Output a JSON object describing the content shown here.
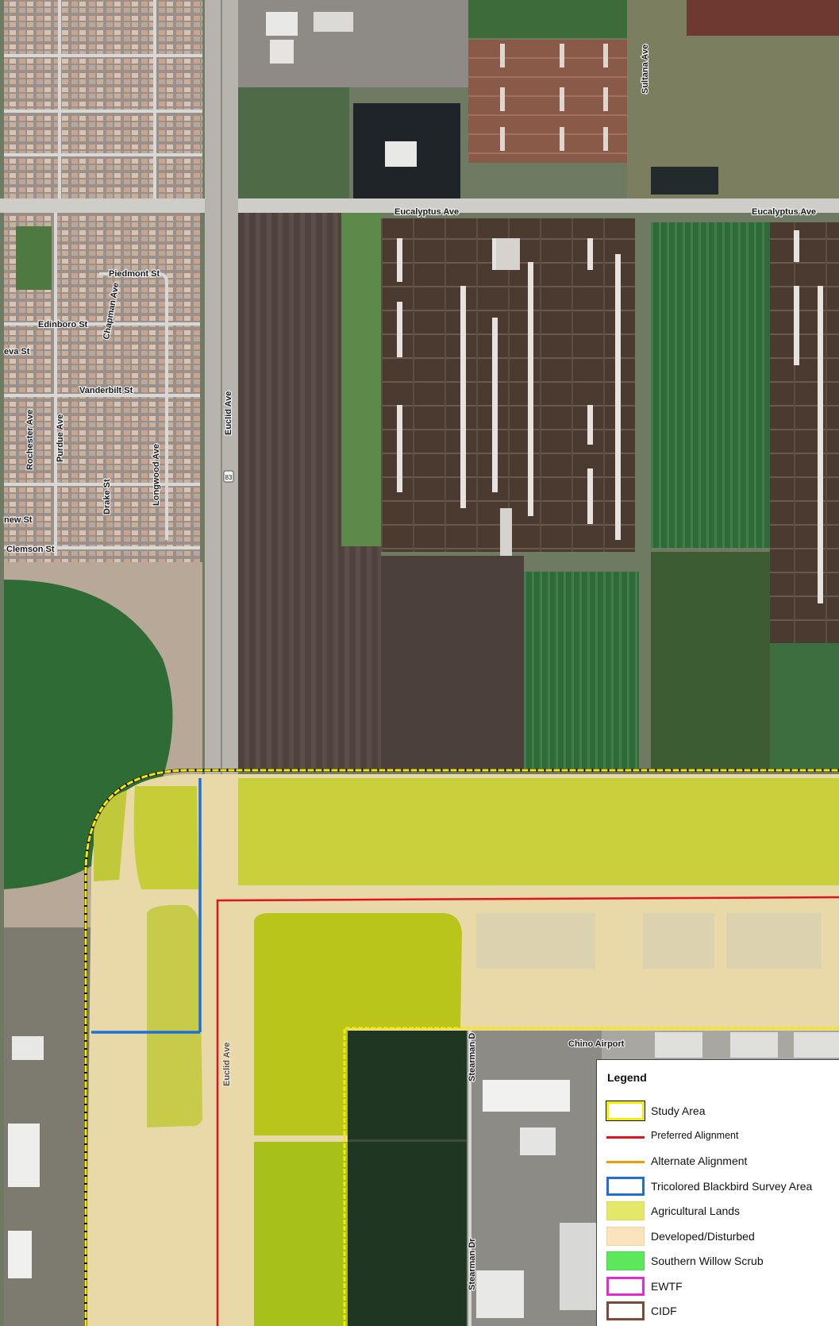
{
  "streets": {
    "eucalyptus_ave_1": "Eucalyptus Ave",
    "eucalyptus_ave_2": "Eucalyptus Ave",
    "euclid_ave_north": "Euclid Ave",
    "euclid_ave_south": "Euclid Ave",
    "sultana_ave": "Sultana Ave",
    "piedmont_st": "Piedmont St",
    "chapman_ave": "Chapman Ave",
    "edinboro_st": "Edinboro St",
    "geneva_st": "eva St",
    "vanderbilt_st": "Vanderbilt St",
    "rochester_ave": "Rochester Ave",
    "purdue_ave": "Purdue Ave",
    "longwood_ave": "Longwood Ave",
    "drake_st": "Drake St",
    "newport_st": "new St",
    "clemson_st": "Clemson St",
    "stearman_dr_north": "Stearman D",
    "stearman_dr_south": "Stearman Dr",
    "chino_airport": "Chino Airport",
    "route_shield": "83"
  },
  "legend": {
    "title": "Legend",
    "items": [
      {
        "label": "Study Area",
        "type": "box",
        "stroke": "#f5ea00",
        "fill": "#ffffff",
        "icon": "study-area-swatch-icon"
      },
      {
        "label": "Preferred Alignment",
        "type": "line",
        "stroke": "#e3121d",
        "icon": "preferred-alignment-line-icon"
      },
      {
        "label": "Alternate Alignment",
        "type": "line",
        "stroke": "#f59a0c",
        "icon": "alternate-alignment-line-icon"
      },
      {
        "label": "Tricolored Blackbird Survey Area",
        "type": "box",
        "stroke": "#1f6fd6",
        "fill": "#ffffff",
        "icon": "tricolored-blackbird-swatch-icon"
      },
      {
        "label": "Agricultural Lands",
        "type": "fill",
        "fill": "#e3e868",
        "stroke": "#d6dc52",
        "icon": "agricultural-lands-swatch-icon"
      },
      {
        "label": "Developed/Disturbed",
        "type": "fill",
        "fill": "#fbe4bd",
        "stroke": "#efd2a1",
        "icon": "developed-disturbed-swatch-icon"
      },
      {
        "label": "Southern Willow Scrub",
        "type": "fill",
        "fill": "#5be85b",
        "stroke": "#4ed14e",
        "icon": "southern-willow-scrub-swatch-icon"
      },
      {
        "label": "EWTF",
        "type": "box",
        "stroke": "#e62ad2",
        "fill": "#ffffff",
        "icon": "ewtf-swatch-icon"
      },
      {
        "label": "CIDF",
        "type": "box",
        "stroke": "#7d4a35",
        "fill": "#ffffff",
        "icon": "cidf-swatch-icon"
      }
    ]
  }
}
